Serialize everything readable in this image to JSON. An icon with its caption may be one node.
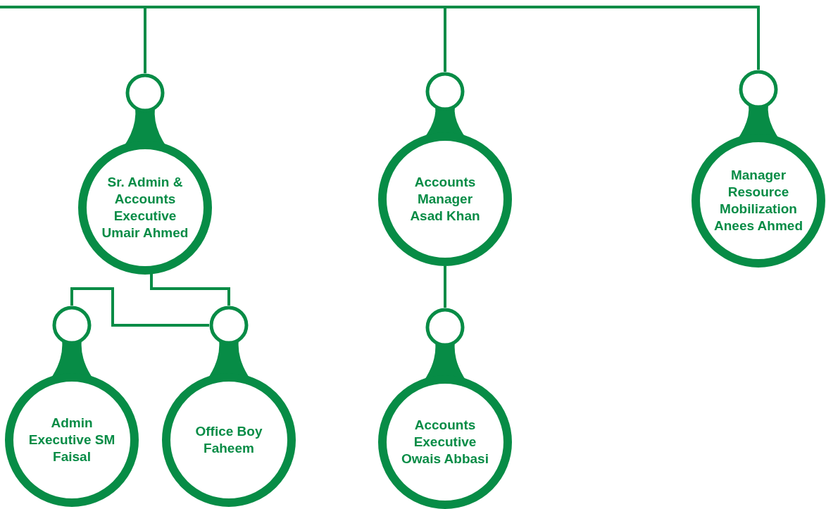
{
  "diagram": {
    "nodes": [
      {
        "text": [
          "Sr. Admin & Accounts Executive Umair Ahmed"
        ]
      },
      {
        "text": [
          "Accounts Manager Asad Khan"
        ]
      },
      {
        "text": [
          "Manager Resource Mobilization Anees Ahmed"
        ]
      },
      {
        "text": [
          "Admin Executive SM Faisal"
        ]
      },
      {
        "text": [
          "Office Boy Faheem"
        ]
      },
      {
        "text": [
          "Accounts Executive Owais Abbasi"
        ]
      }
    ],
    "edges": [
      {
        "from": null,
        "to": 0,
        "arrow": "none"
      },
      {
        "from": null,
        "to": 1,
        "arrow": "none"
      },
      {
        "from": null,
        "to": 2,
        "arrow": "none"
      },
      {
        "from": 0,
        "to": 4,
        "arrow": "none"
      },
      {
        "from": 4,
        "to": 3,
        "arrow": "none"
      },
      {
        "from": 1,
        "to": 5,
        "arrow": "none"
      }
    ]
  }
}
